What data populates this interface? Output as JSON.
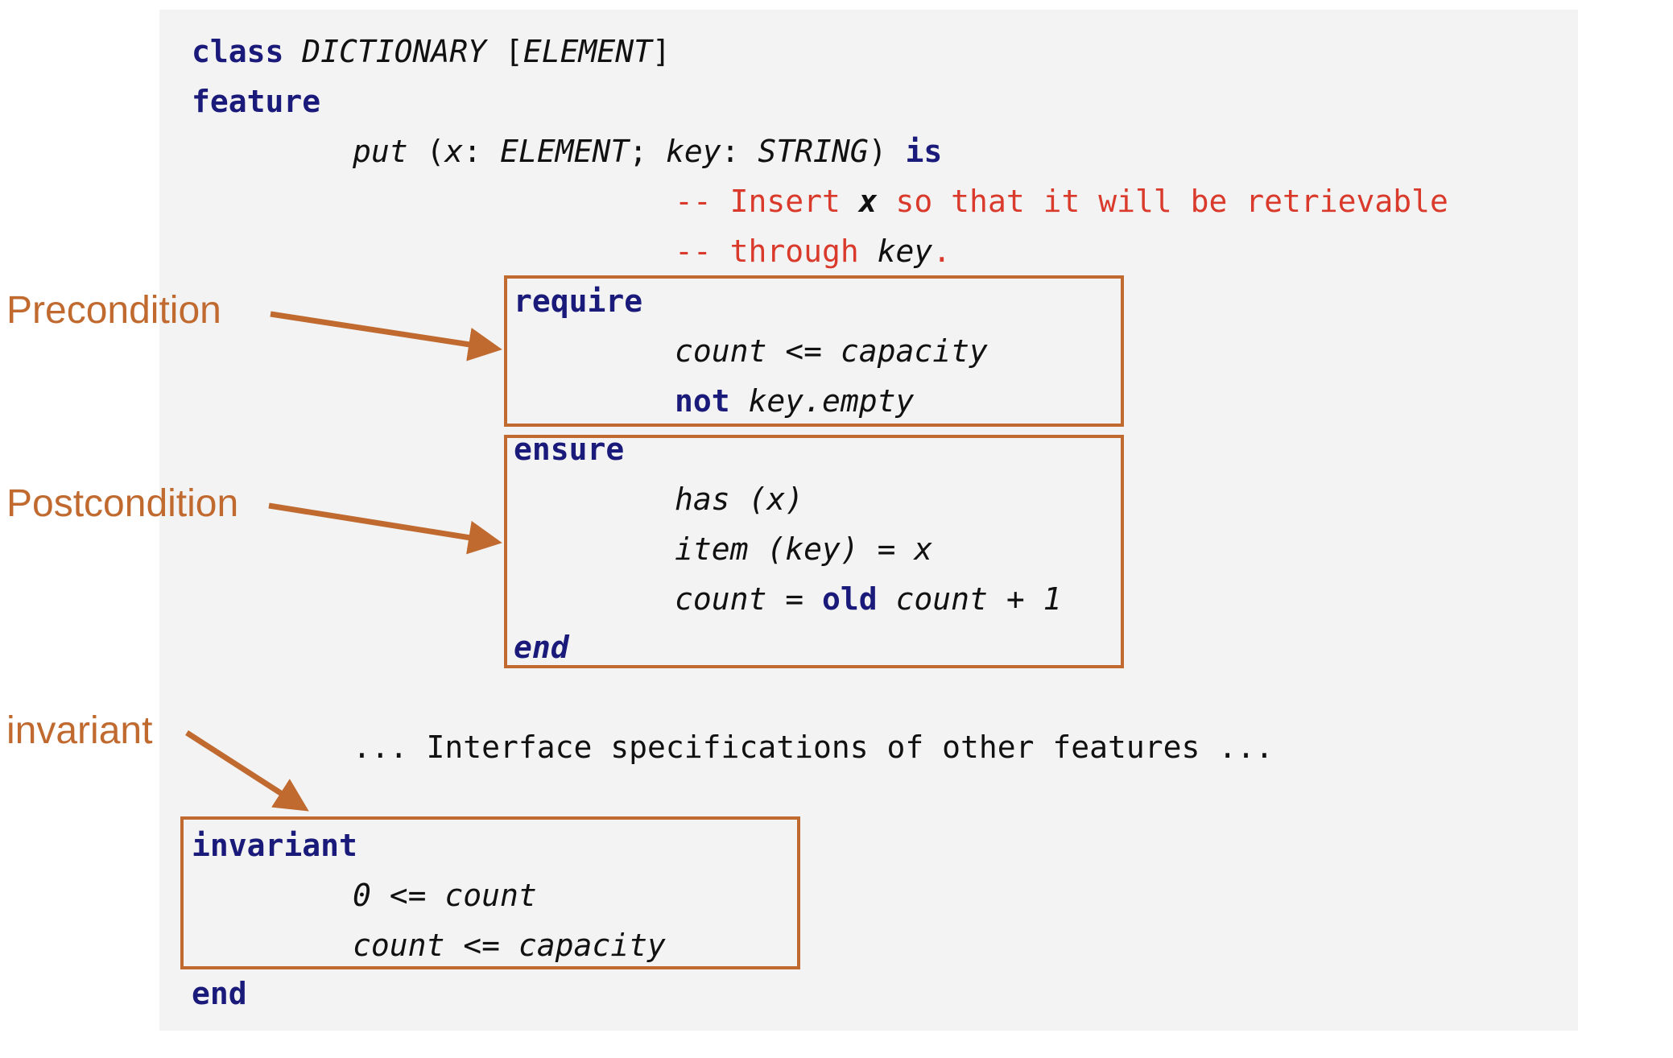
{
  "code": {
    "class_kw": "class",
    "class_name": "DICTIONARY",
    "class_generic_open": " [",
    "class_generic": "ELEMENT",
    "class_generic_close": "]",
    "feature_kw": "feature",
    "put_name": "put",
    "put_open": " (",
    "param_x": "x",
    "colon1": ": ",
    "type_element": "ELEMENT",
    "semicolon": "; ",
    "param_key": "key",
    "colon2": ": ",
    "type_string": "STRING",
    "put_close": ") ",
    "is_kw": "is",
    "comment1_dash": "-- Insert ",
    "comment1_x": "x",
    "comment1_rest": " so that it will be retrievable",
    "comment2_dash": "-- through ",
    "comment2_key": "key",
    "comment2_dot": ".",
    "require_kw": "require",
    "req1": "count <= capacity",
    "not_kw": "not",
    "req2_rest": " key.empty",
    "ensure_kw": "ensure",
    "ens1": "has (x)",
    "ens2": "item (key) = x",
    "ens3_a": "count = ",
    "old_kw": "old",
    "ens3_b": " count + 1",
    "end_inner_kw": "end",
    "other_features": "... Interface specifications of other features ...",
    "invariant_kw": "invariant",
    "inv1": "0 <= count",
    "inv2": "count <= capacity",
    "end_kw": "end"
  },
  "annotations": {
    "precondition": "Precondition",
    "postcondition": "Postcondition",
    "invariant": "invariant"
  },
  "colors": {
    "keyword": "#1a1a7a",
    "comment": "#d93a2b",
    "annotation": "#c06a30",
    "panel_background": "#f3f3f3"
  }
}
